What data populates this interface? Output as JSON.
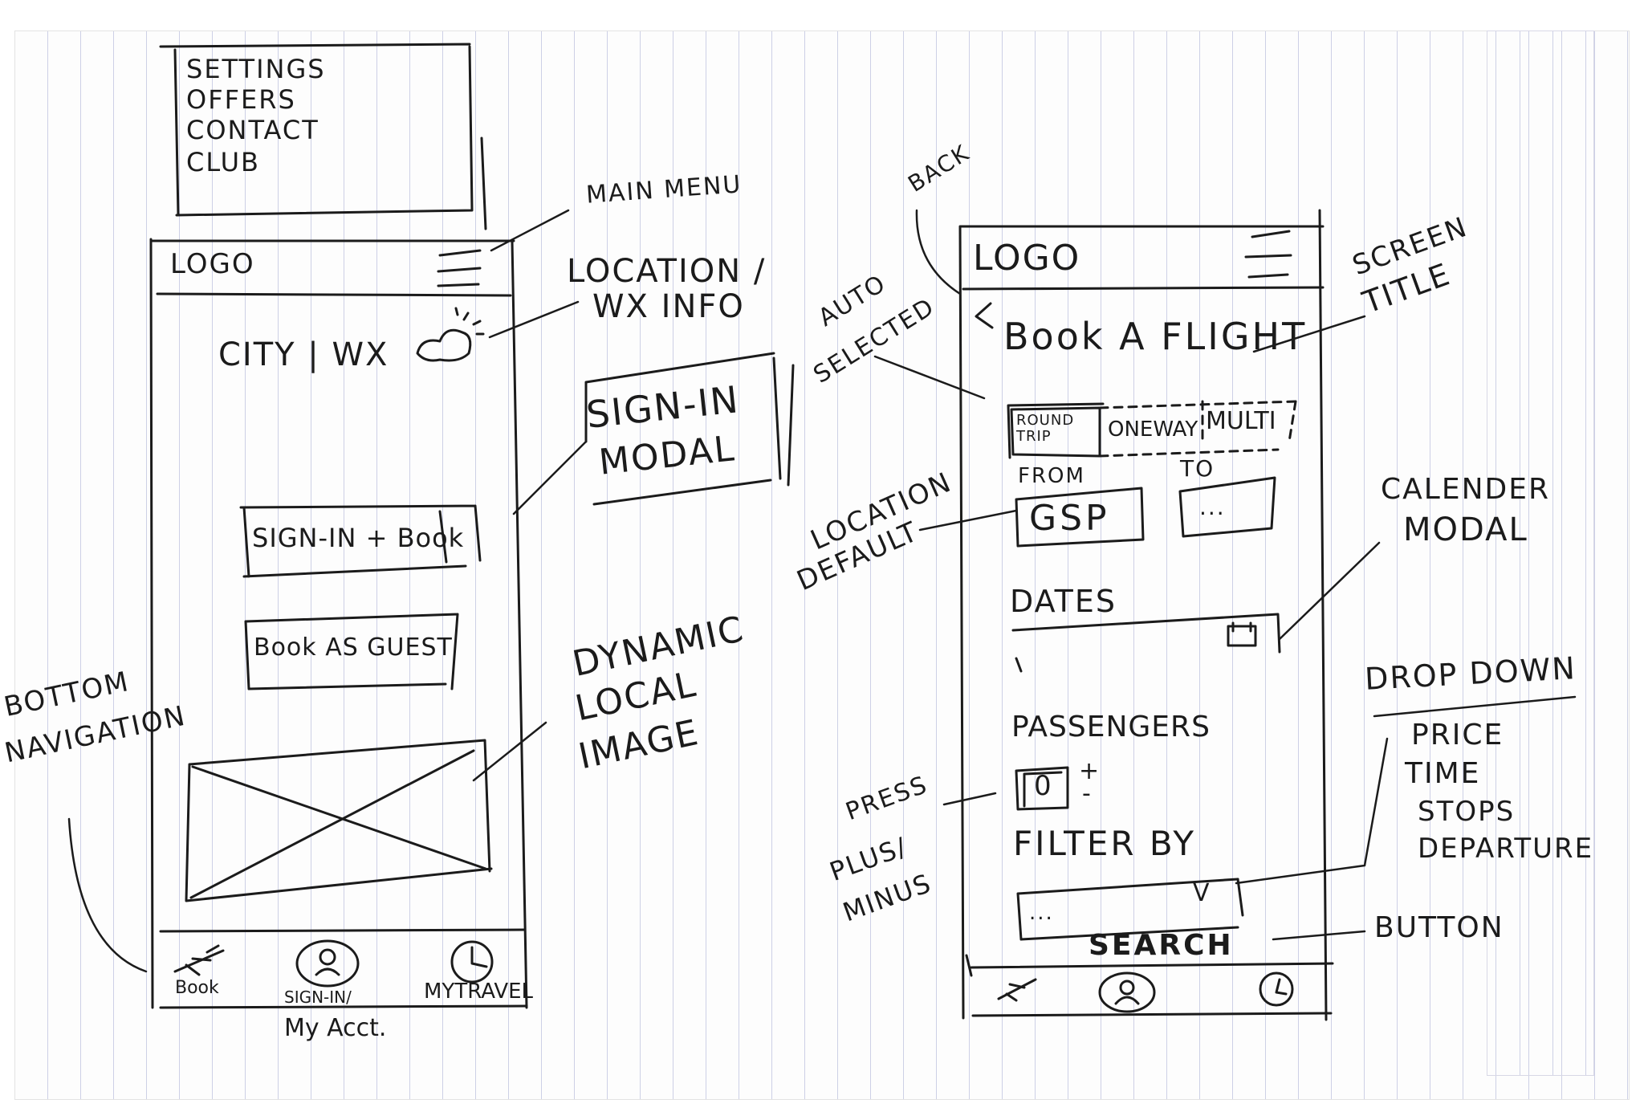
{
  "main_menu": {
    "items": [
      "SETTINGS",
      "OFFERS",
      "CONTACT",
      "CLUB"
    ]
  },
  "left_screen": {
    "logo": "LOGO",
    "location_weather": "CITY | WX",
    "sign_in_book_button": "SIGN-IN + Book",
    "book_as_guest_button": "Book AS GUEST",
    "bottom_nav": {
      "book": "Book",
      "sign_in": "SIGN-IN/",
      "my_acct": "My Acct.",
      "my_travel": "MYTRAVEL"
    }
  },
  "right_screen": {
    "logo": "LOGO",
    "back": "<",
    "title": "Book A FLIGHT",
    "trip_tabs": [
      "ROUND TRIP",
      "ONEWAY",
      "MULTI"
    ],
    "from_label": "FROM",
    "from_value": "GSP",
    "to_label": "TO",
    "to_value": "...",
    "dates_label": "DATES",
    "passengers_label": "PASSENGERS",
    "passenger_count": "0",
    "plus": "+",
    "minus": "-",
    "filter_label": "FILTER BY",
    "filter_value": "...",
    "filter_chevron": "V",
    "search_button": "SEARCH"
  },
  "annotations": {
    "main_menu": "MAIN MENU",
    "location_info_1": "LOCATION /",
    "location_info_2": "WX INFO",
    "sign_in_modal_1": "SIGN-IN",
    "sign_in_modal_2": "MODAL",
    "dynamic_image_1": "DYNAMIC",
    "dynamic_image_2": "LOCAL",
    "dynamic_image_3": "IMAGE",
    "bottom_navigation_1": "BOTTOM",
    "bottom_navigation_2": "NAVIGATION",
    "back": "BACK",
    "auto_selected_1": "AUTO",
    "auto_selected_2": "SELECTED",
    "location_default_1": "LOCATION",
    "location_default_2": "DEFAULT",
    "screen_title_1": "SCREEN",
    "screen_title_2": "TITLE",
    "calendar_modal_1": "CALENDER",
    "calendar_modal_2": "MODAL",
    "drop_down": "DROP DOWN",
    "drop_down_options": [
      "PRICE",
      "TIME",
      "STOPS",
      "DEPARTURE"
    ],
    "press_plus_minus_1": "PRESS",
    "press_plus_minus_2": "PLUS/",
    "press_plus_minus_3": "MINUS",
    "button": "BUTTON"
  },
  "icons": {
    "hamburger": "hamburger-icon",
    "weather": "cloud-sun-icon",
    "plane": "plane-icon",
    "account": "user-icon",
    "clock": "clock-icon",
    "calendar": "calendar-icon"
  },
  "colors": {
    "ink": "#1b1b1b",
    "paper_rule": "#cdd0e6"
  }
}
